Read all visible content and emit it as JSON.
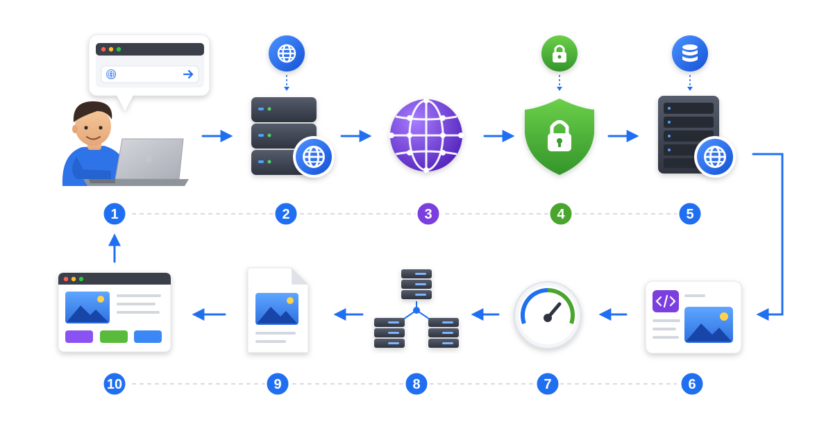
{
  "steps": [
    {
      "number": "1",
      "color": "#1f6ff0",
      "icon": "user-laptop-icon"
    },
    {
      "number": "2",
      "color": "#1f6ff0",
      "icon": "dns-server-icon"
    },
    {
      "number": "3",
      "color": "#7b3fe0",
      "icon": "internet-globe-icon"
    },
    {
      "number": "4",
      "color": "#4aa52e",
      "icon": "security-shield-lock-icon"
    },
    {
      "number": "5",
      "color": "#1f6ff0",
      "icon": "web-server-icon"
    },
    {
      "number": "6",
      "color": "#1f6ff0",
      "icon": "web-page-code-icon"
    },
    {
      "number": "7",
      "color": "#1f6ff0",
      "icon": "speedometer-icon"
    },
    {
      "number": "8",
      "color": "#1f6ff0",
      "icon": "server-network-icon"
    },
    {
      "number": "9",
      "color": "#1f6ff0",
      "icon": "image-document-icon"
    },
    {
      "number": "10",
      "color": "#1f6ff0",
      "icon": "rendered-webpage-icon"
    }
  ],
  "overlay_icons": [
    "globe-icon",
    "lock-icon",
    "database-icon",
    "address-bar-icon",
    "code-icon"
  ],
  "colors": {
    "accent_blue": "#1f6ff0",
    "accent_purple": "#7b3fe0",
    "accent_green": "#4aa52e",
    "server_dark": "#3b4150",
    "connector_gray": "#c9ced6"
  }
}
